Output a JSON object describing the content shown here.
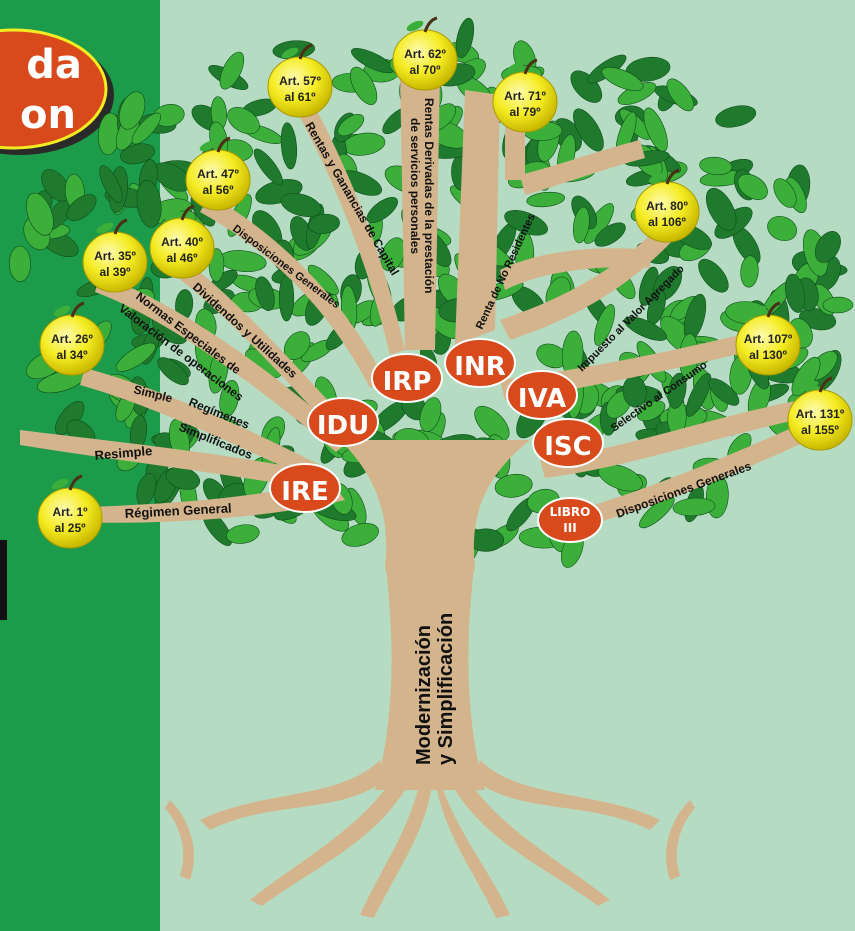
{
  "banner": {
    "line1": "da",
    "line2": "on"
  },
  "trunk_text": {
    "line1": "Modernización",
    "line2": "y Simplificación"
  },
  "taxes": {
    "ire": "IRE",
    "idu": "IDU",
    "irp": "IRP",
    "inr": "INR",
    "iva": "IVA",
    "isc": "ISC",
    "libro_line1": "LIBRO",
    "libro_line2": "III"
  },
  "branches": {
    "regimen_general": "Régimen General",
    "resimple": "Resimple",
    "simple": "Simple",
    "regimenes_line1": "Regímenes",
    "regimenes_line2": "Simplificados",
    "normas_line1": "Normas Especiales de",
    "normas_line2": "Valoración de operaciones",
    "dividendos": "Dividendos y Utilidades",
    "disposiciones_generales_idu": "Disposiciones Generales",
    "rentas_ganancias": "Rentas y Ganancias de Capital",
    "rentas_derivadas_line1": "Rentas Derivadas de la prestación",
    "rentas_derivadas_line2": "de servicios personales",
    "renta_no_residentes": "Renta de No Residentes",
    "impuesto_valor": "Impuesto al Valor Agregado",
    "selectivo": "Selectivo al Consumo",
    "disposiciones_generales_libro": "Disposiciones Generales"
  },
  "apples": [
    {
      "id": "art1",
      "line1": "Art. 1º",
      "line2": "al 25º"
    },
    {
      "id": "art26",
      "line1": "Art. 26º",
      "line2": "al 34º"
    },
    {
      "id": "art35",
      "line1": "Art. 35º",
      "line2": "al 39º"
    },
    {
      "id": "art40",
      "line1": "Art. 40º",
      "line2": "al 46º"
    },
    {
      "id": "art47",
      "line1": "Art. 47º",
      "line2": "al 56º"
    },
    {
      "id": "art57",
      "line1": "Art. 57º",
      "line2": "al 61º"
    },
    {
      "id": "art62",
      "line1": "Art. 62º",
      "line2": "al 70º"
    },
    {
      "id": "art71",
      "line1": "Art. 71º",
      "line2": "al 79º"
    },
    {
      "id": "art80",
      "line1": "Art. 80º",
      "line2": "al 106º"
    },
    {
      "id": "art107",
      "line1": "Art. 107º",
      "line2": "al 130º"
    },
    {
      "id": "art131",
      "line1": "Art. 131º",
      "line2": "al 155º"
    }
  ],
  "colors": {
    "left_panel": "#1c9b4a",
    "background": "#b5dcc2",
    "trunk": "#d4b48c",
    "oval": "#d84a1c",
    "apple": "#f4ec22",
    "leaf_dark": "#1f7a2e",
    "leaf_light": "#3cae3a"
  }
}
